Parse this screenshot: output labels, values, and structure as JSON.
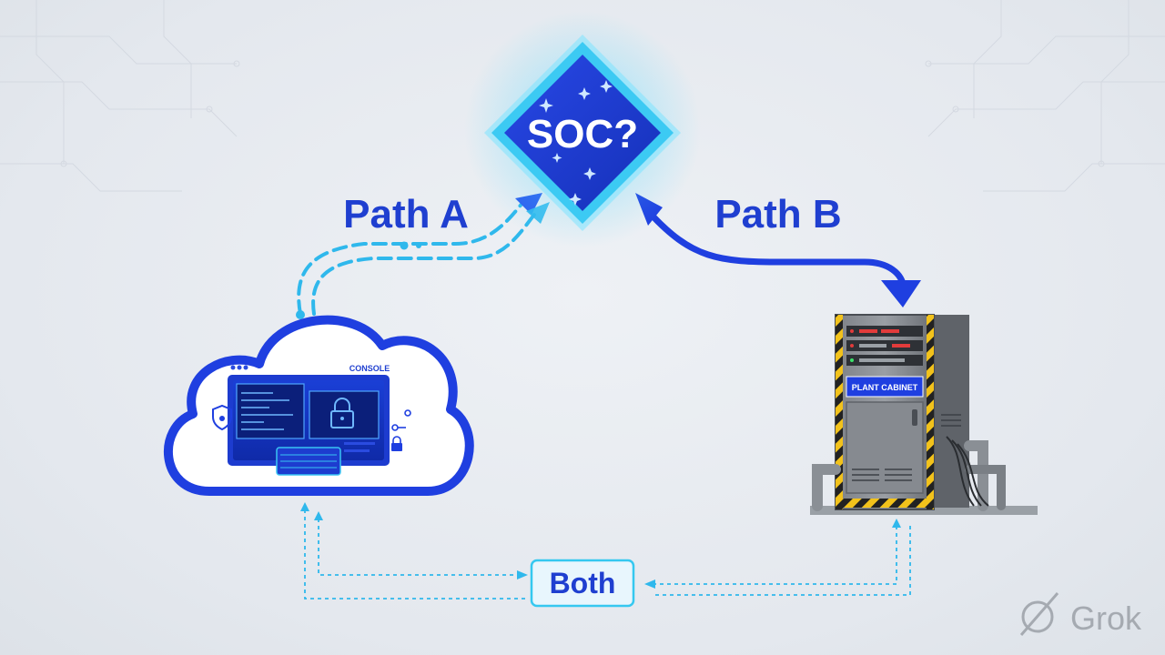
{
  "diagram": {
    "center_node": {
      "label": "SOC?"
    },
    "paths": [
      {
        "label": "Path A"
      },
      {
        "label": "Path B"
      }
    ],
    "cloud_console": {
      "label": "CONSOLE"
    },
    "plant_cabinet": {
      "label": "PLANT CABINET"
    },
    "both_node": {
      "label": "Both"
    }
  },
  "watermark": {
    "brand": "Grok"
  },
  "colors": {
    "primary_blue": "#1f3fe0",
    "cyan": "#35c8f0",
    "dashed_cyan": "#2fb8ec",
    "background": "#e9ecf1"
  }
}
